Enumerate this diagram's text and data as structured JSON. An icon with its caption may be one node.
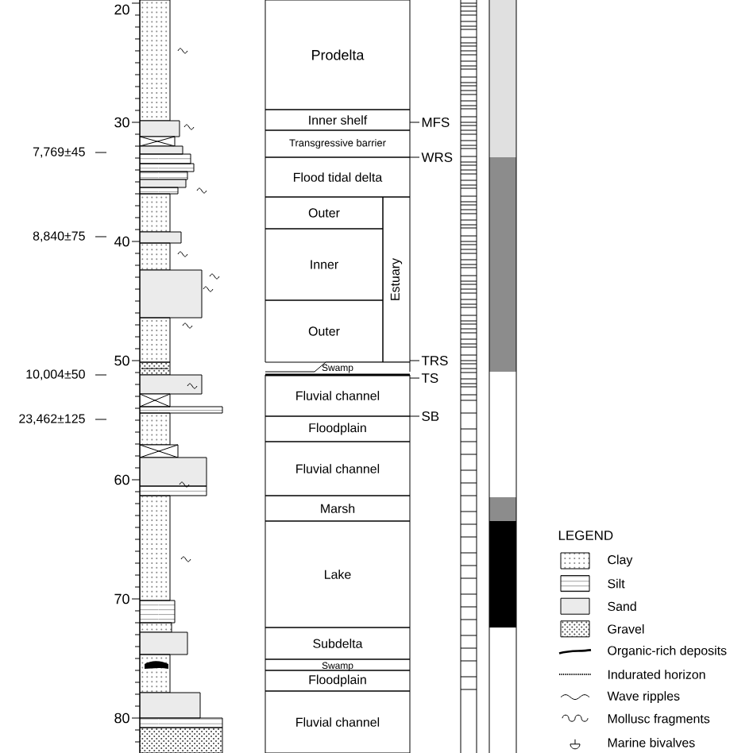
{
  "diagram": {
    "nodes": [
      {
        "text": [
          "Prodelta"
        ]
      },
      {
        "text": [
          "Inner shelf"
        ]
      },
      {
        "text": [
          "Transgressive barrier"
        ]
      },
      {
        "text": [
          "Flood tidal delta"
        ]
      },
      {
        "text": [
          "Outer"
        ]
      },
      {
        "text": [
          "Inner"
        ]
      },
      {
        "text": [
          "Outer"
        ]
      },
      {
        "text": [
          "Estuary"
        ]
      },
      {
        "text": [
          "Swamp"
        ]
      },
      {
        "text": [
          "Fluvial channel"
        ]
      },
      {
        "text": [
          "Floodplain"
        ]
      },
      {
        "text": [
          "Fluvial channel"
        ]
      },
      {
        "text": [
          "Marsh"
        ]
      },
      {
        "text": [
          "Lake"
        ]
      },
      {
        "text": [
          "Subdelta"
        ]
      },
      {
        "text": [
          "Swamp"
        ]
      },
      {
        "text": [
          "Floodplain"
        ]
      },
      {
        "text": [
          "Fluvial channel"
        ]
      }
    ],
    "labels": [
      "20",
      "30",
      "40",
      "50",
      "60",
      "70",
      "80",
      "7,769±45",
      "8,840±75",
      "10,004±50",
      "23,462±125",
      "MFS",
      "WRS",
      "TRS",
      "TS",
      "SB",
      "LEGEND"
    ],
    "legend": [
      {
        "text": "Clay"
      },
      {
        "text": "Silt"
      },
      {
        "text": "Sand"
      },
      {
        "text": "Gravel"
      },
      {
        "text": "Organic-rich deposits"
      },
      {
        "text": "Indurated horizon"
      },
      {
        "text": "Wave ripples"
      },
      {
        "text": "Mollusc fragments"
      },
      {
        "text": "Marine bivalves"
      }
    ]
  }
}
